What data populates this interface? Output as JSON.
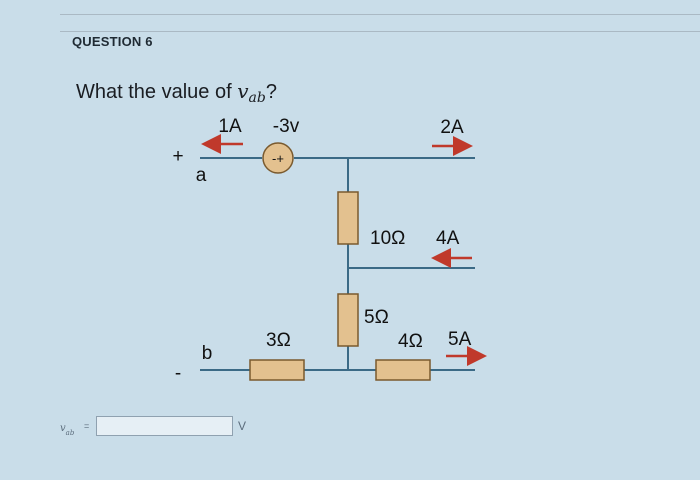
{
  "question": {
    "header": "QUESTION 6",
    "prompt_prefix": "What the value of ",
    "prompt_var": "v",
    "prompt_sub": "ab",
    "prompt_suffix": "?"
  },
  "circuit": {
    "source_current": "1A",
    "source_voltage": "-3v",
    "source_signs": "-+",
    "top_right_current": "2A",
    "terminal_a_polarity": "+",
    "terminal_a_label": "a",
    "terminal_b_polarity": "-",
    "terminal_b_label": "b",
    "resistor_10": "10Ω",
    "middle_current": "4A",
    "resistor_5": "5Ω",
    "resistor_3": "3Ω",
    "resistor_4": "4Ω",
    "bottom_right_current": "5A"
  },
  "answer": {
    "var": "v",
    "sub": "ab",
    "equals": "=",
    "value": "",
    "unit": "V"
  }
}
